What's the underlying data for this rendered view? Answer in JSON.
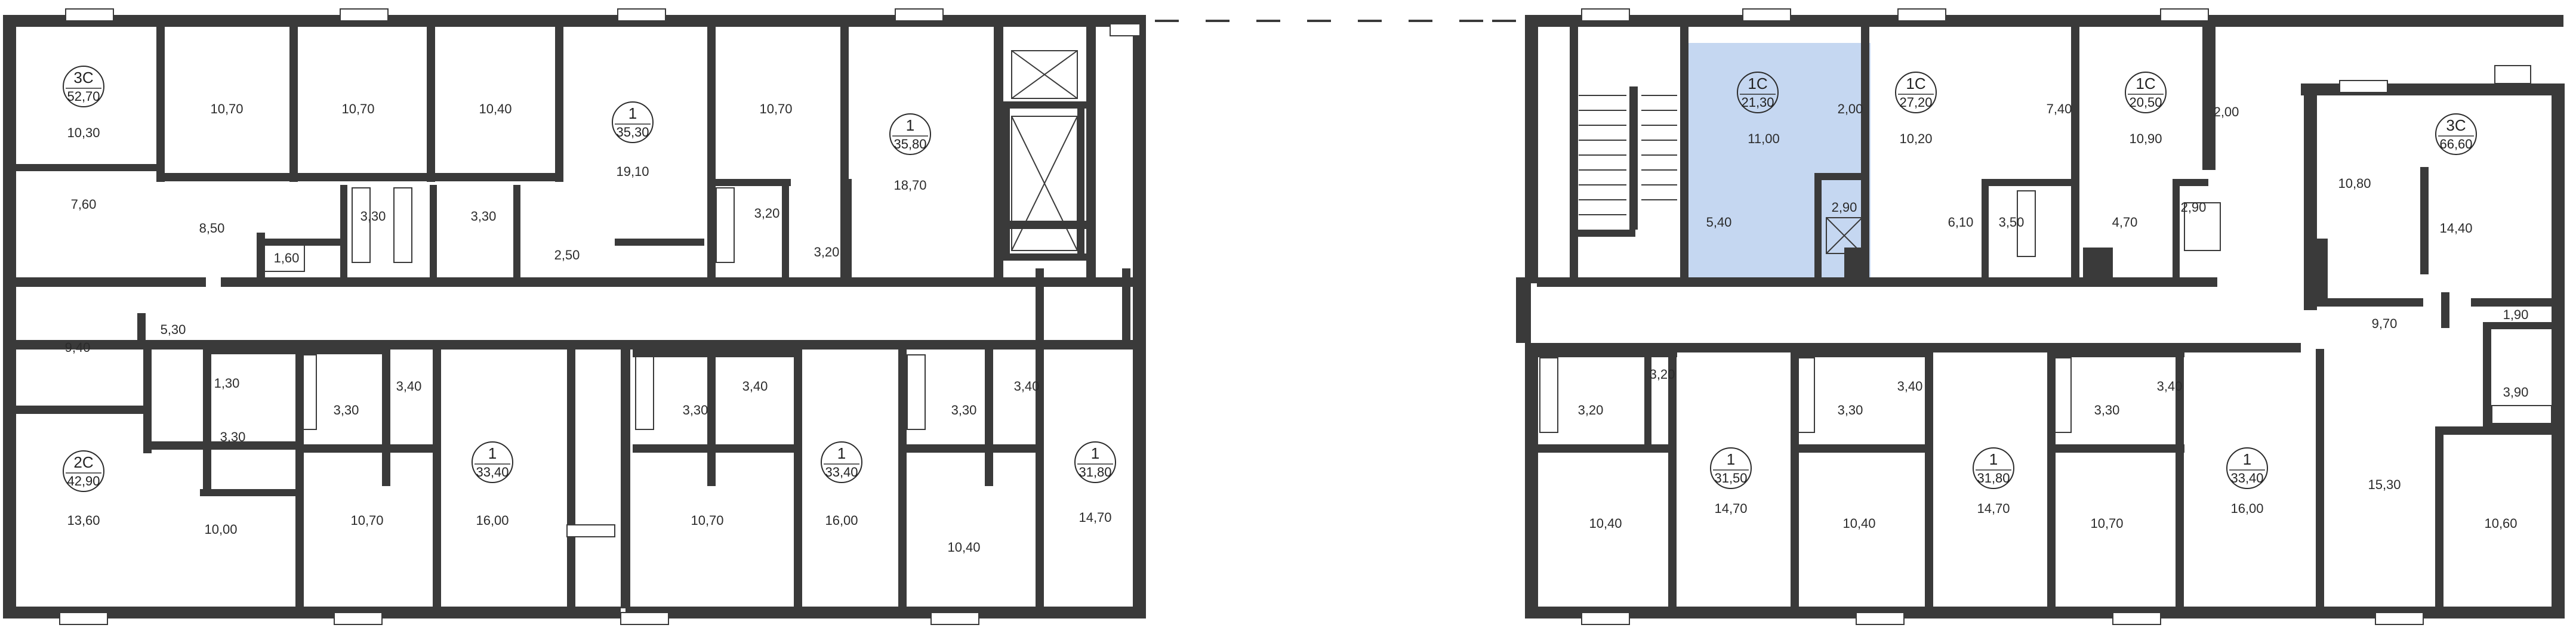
{
  "plan": {
    "highlight_color": "#c5d7f1",
    "wall_color": "#3a3a3a",
    "apartments": [
      {
        "id": "a1",
        "type": "3С",
        "area": "52,70",
        "selected": false
      },
      {
        "id": "a2",
        "type": "1",
        "area": "35,30",
        "selected": false
      },
      {
        "id": "a3",
        "type": "1",
        "area": "35,80",
        "selected": false
      },
      {
        "id": "a4",
        "type": "2С",
        "area": "42,90",
        "selected": false
      },
      {
        "id": "a5",
        "type": "1",
        "area": "33,40",
        "selected": false
      },
      {
        "id": "a6",
        "type": "1",
        "area": "33,40",
        "selected": false
      },
      {
        "id": "a7",
        "type": "1",
        "area": "31,80",
        "selected": false
      },
      {
        "id": "a8",
        "type": "1С",
        "area": "21,30",
        "selected": true
      },
      {
        "id": "a9",
        "type": "1С",
        "area": "27,20",
        "selected": false
      },
      {
        "id": "a10",
        "type": "1С",
        "area": "20,50",
        "selected": false
      },
      {
        "id": "a11",
        "type": "3С",
        "area": "66,60",
        "selected": false
      },
      {
        "id": "a12",
        "type": "1",
        "area": "31,50",
        "selected": false
      },
      {
        "id": "a13",
        "type": "1",
        "area": "31,80",
        "selected": false
      },
      {
        "id": "a14",
        "type": "1",
        "area": "33,40",
        "selected": false
      }
    ],
    "rooms": [
      "10,30",
      "10,70",
      "10,70",
      "10,40",
      "19,10",
      "10,70",
      "18,70",
      "7,60",
      "8,50",
      "3,30",
      "3,30",
      "1,60",
      "2,50",
      "3,20",
      "3,20",
      "5,30",
      "9,40",
      "1,30",
      "3,30",
      "3,30",
      "3,40",
      "3,30",
      "3,40",
      "3,30",
      "3,40",
      "13,60",
      "10,00",
      "10,70",
      "16,00",
      "10,70",
      "16,00",
      "10,40",
      "14,70",
      "2,00",
      "11,00",
      "2,90",
      "5,40",
      "10,20",
      "7,40",
      "6,10",
      "3,50",
      "2,00",
      "10,90",
      "4,70",
      "2,90",
      "10,80",
      "14,40",
      "9,70",
      "1,90",
      "3,90",
      "3,20",
      "3,20",
      "3,30",
      "3,40",
      "3,30",
      "3,40",
      "10,40",
      "14,70",
      "10,40",
      "14,70",
      "10,70",
      "16,00",
      "15,30",
      "10,60"
    ]
  }
}
